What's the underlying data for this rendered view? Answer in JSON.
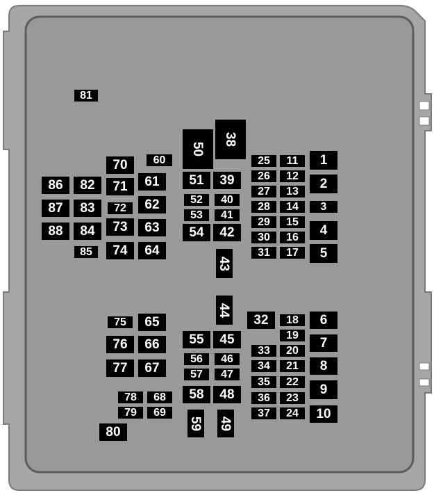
{
  "colors": {
    "background": "#ffffff",
    "outer_housing": "#a6a6a6",
    "outer_edge": "#7a7a7a",
    "inner_panel": "#999999",
    "inner_edge": "#5c5c5c",
    "fuse_fill": "#000000",
    "fuse_text": "#ffffff"
  },
  "fuses": [
    {
      "id": "f81",
      "label": "81"
    },
    {
      "id": "f50",
      "label": "50"
    },
    {
      "id": "f38",
      "label": "38"
    },
    {
      "id": "f70",
      "label": "70"
    },
    {
      "id": "f60",
      "label": "60"
    },
    {
      "id": "f25",
      "label": "25"
    },
    {
      "id": "f11",
      "label": "11"
    },
    {
      "id": "f1",
      "label": "1"
    },
    {
      "id": "f86",
      "label": "86"
    },
    {
      "id": "f82",
      "label": "82"
    },
    {
      "id": "f71",
      "label": "71"
    },
    {
      "id": "f61",
      "label": "61"
    },
    {
      "id": "f51",
      "label": "51"
    },
    {
      "id": "f39",
      "label": "39"
    },
    {
      "id": "f26",
      "label": "26"
    },
    {
      "id": "f12",
      "label": "12"
    },
    {
      "id": "f2",
      "label": "2"
    },
    {
      "id": "f27",
      "label": "27"
    },
    {
      "id": "f13",
      "label": "13"
    },
    {
      "id": "f52",
      "label": "52"
    },
    {
      "id": "f40",
      "label": "40"
    },
    {
      "id": "f87",
      "label": "87"
    },
    {
      "id": "f83",
      "label": "83"
    },
    {
      "id": "f72",
      "label": "72"
    },
    {
      "id": "f62",
      "label": "62"
    },
    {
      "id": "f28",
      "label": "28"
    },
    {
      "id": "f14",
      "label": "14"
    },
    {
      "id": "f3",
      "label": "3"
    },
    {
      "id": "f53",
      "label": "53"
    },
    {
      "id": "f41",
      "label": "41"
    },
    {
      "id": "f29",
      "label": "29"
    },
    {
      "id": "f15",
      "label": "15"
    },
    {
      "id": "f88",
      "label": "88"
    },
    {
      "id": "f84",
      "label": "84"
    },
    {
      "id": "f73",
      "label": "73"
    },
    {
      "id": "f63",
      "label": "63"
    },
    {
      "id": "f54",
      "label": "54"
    },
    {
      "id": "f42",
      "label": "42"
    },
    {
      "id": "f4",
      "label": "4"
    },
    {
      "id": "f30",
      "label": "30"
    },
    {
      "id": "f16",
      "label": "16"
    },
    {
      "id": "f85",
      "label": "85"
    },
    {
      "id": "f74",
      "label": "74"
    },
    {
      "id": "f64",
      "label": "64"
    },
    {
      "id": "f31",
      "label": "31"
    },
    {
      "id": "f17",
      "label": "17"
    },
    {
      "id": "f5",
      "label": "5"
    },
    {
      "id": "f43",
      "label": "43"
    },
    {
      "id": "f44",
      "label": "44"
    },
    {
      "id": "f32",
      "label": "32"
    },
    {
      "id": "f18",
      "label": "18"
    },
    {
      "id": "f6",
      "label": "6"
    },
    {
      "id": "f75",
      "label": "75"
    },
    {
      "id": "f65",
      "label": "65"
    },
    {
      "id": "f19",
      "label": "19"
    },
    {
      "id": "f76",
      "label": "76"
    },
    {
      "id": "f66",
      "label": "66"
    },
    {
      "id": "f55",
      "label": "55"
    },
    {
      "id": "f45",
      "label": "45"
    },
    {
      "id": "f7",
      "label": "7"
    },
    {
      "id": "f33",
      "label": "33"
    },
    {
      "id": "f20",
      "label": "20"
    },
    {
      "id": "f56",
      "label": "56"
    },
    {
      "id": "f46",
      "label": "46"
    },
    {
      "id": "f77",
      "label": "77"
    },
    {
      "id": "f67",
      "label": "67"
    },
    {
      "id": "f34",
      "label": "34"
    },
    {
      "id": "f21",
      "label": "21"
    },
    {
      "id": "f8",
      "label": "8"
    },
    {
      "id": "f57",
      "label": "57"
    },
    {
      "id": "f47",
      "label": "47"
    },
    {
      "id": "f35",
      "label": "35"
    },
    {
      "id": "f22",
      "label": "22"
    },
    {
      "id": "f9",
      "label": "9"
    },
    {
      "id": "f58",
      "label": "58"
    },
    {
      "id": "f48",
      "label": "48"
    },
    {
      "id": "f78",
      "label": "78"
    },
    {
      "id": "f68",
      "label": "68"
    },
    {
      "id": "f36",
      "label": "36"
    },
    {
      "id": "f23",
      "label": "23"
    },
    {
      "id": "f79",
      "label": "79"
    },
    {
      "id": "f69",
      "label": "69"
    },
    {
      "id": "f37",
      "label": "37"
    },
    {
      "id": "f24",
      "label": "24"
    },
    {
      "id": "f10",
      "label": "10"
    },
    {
      "id": "f59",
      "label": "59"
    },
    {
      "id": "f49",
      "label": "49"
    },
    {
      "id": "f80",
      "label": "80"
    }
  ]
}
